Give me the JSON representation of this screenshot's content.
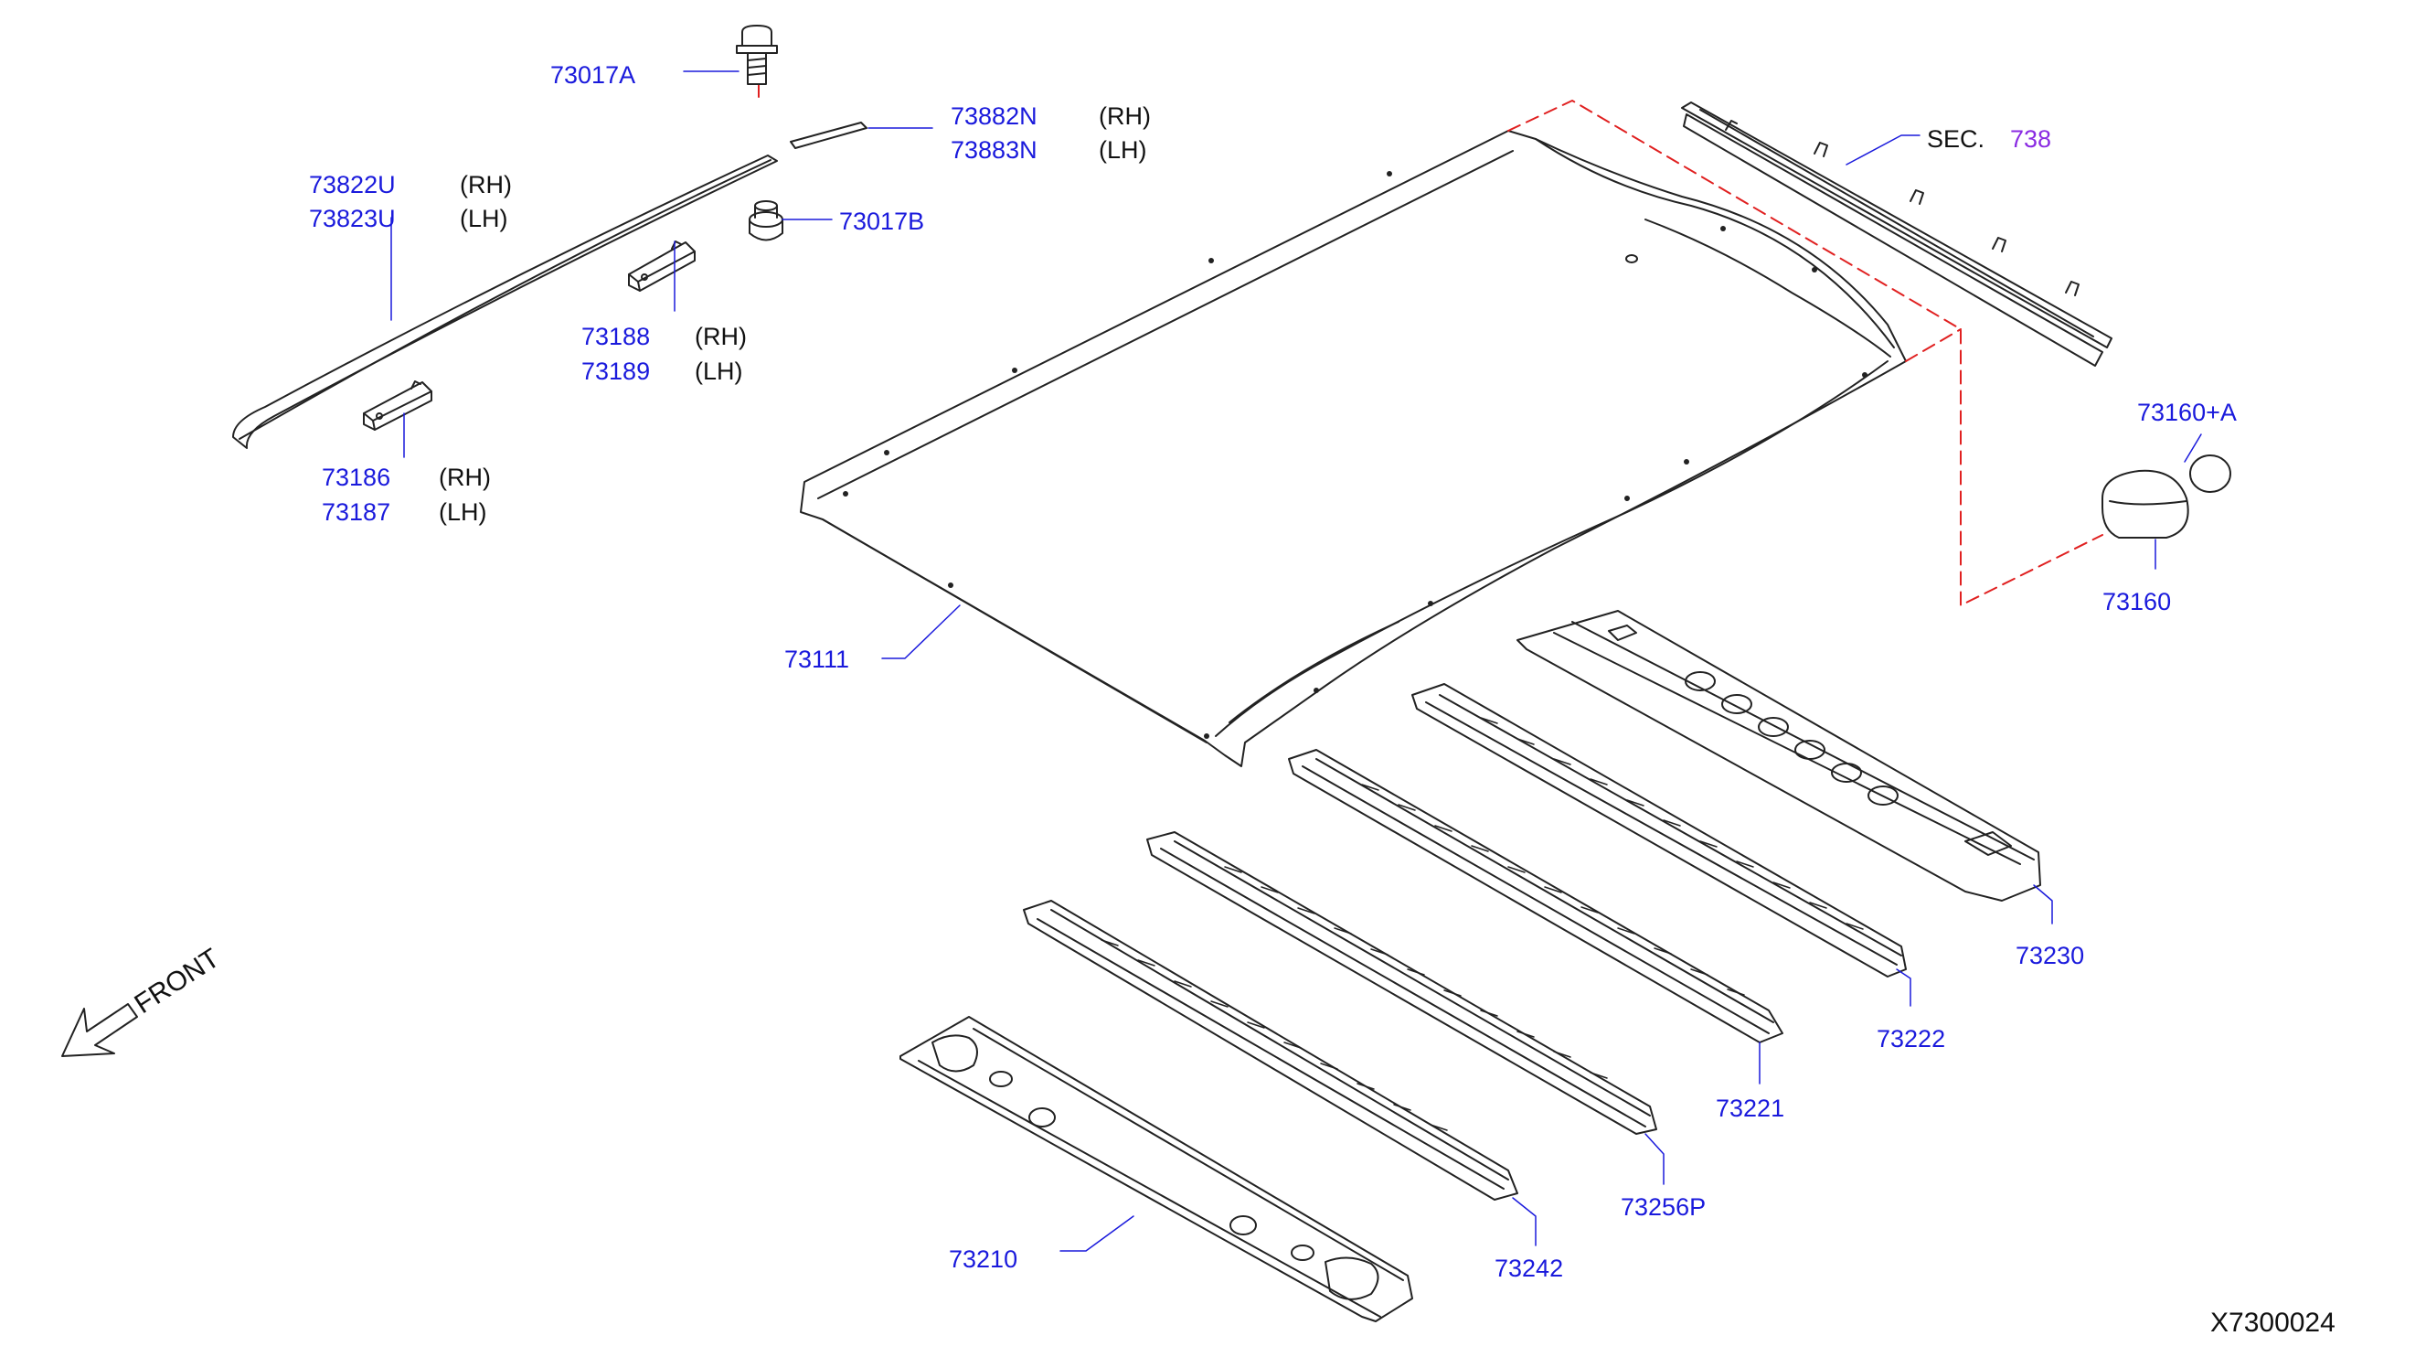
{
  "diagram": {
    "drawing_number": "X7300024",
    "front_label": "FRONT",
    "section_ref": {
      "prefix": "SEC.",
      "number": "738"
    },
    "colors": {
      "part_number": "#1a1adc",
      "section_number": "#8a2be2",
      "hidden_line": "#e02020",
      "line": "#222222"
    },
    "parts": {
      "p73017A": "73017A",
      "p73882N": "73882N",
      "p73882N_side": "(RH)",
      "p73883N": "73883N",
      "p73883N_side": "(LH)",
      "p73822U": "73822U",
      "p73822U_side": "(RH)",
      "p73823U": "73823U",
      "p73823U_side": "(LH)",
      "p73017B": "73017B",
      "p73188": "73188",
      "p73188_side": "(RH)",
      "p73189": "73189",
      "p73189_side": "(LH)",
      "p73186": "73186",
      "p73186_side": "(RH)",
      "p73187": "73187",
      "p73187_side": "(LH)",
      "p73160A": "73160+A",
      "p73160": "73160",
      "p73111": "73111",
      "p73230": "73230",
      "p73222": "73222",
      "p73221": "73221",
      "p73256P": "73256P",
      "p73242": "73242",
      "p73210": "73210"
    }
  }
}
